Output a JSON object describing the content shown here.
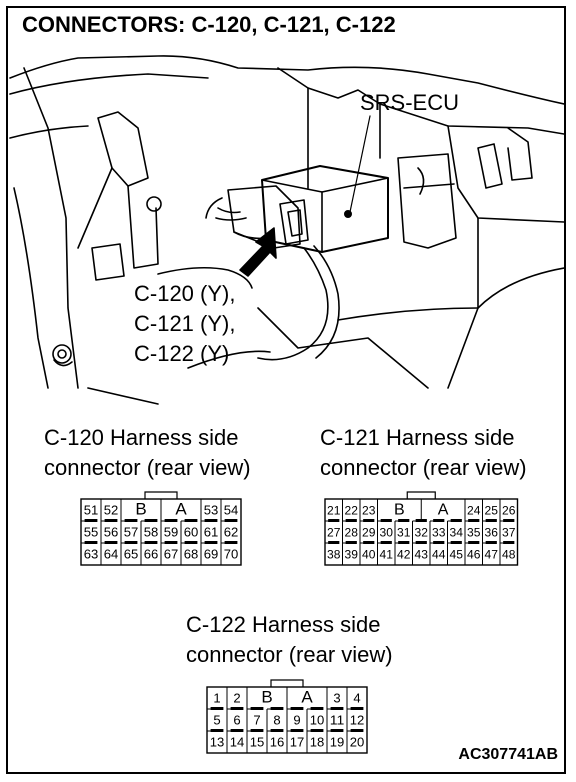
{
  "title": "CONNECTORS: C-120, C-121, C-122",
  "ecu_label": "SRS-ECU",
  "callout_lines": [
    "C-120 (Y),",
    "C-121 (Y),",
    "C-122 (Y)"
  ],
  "connectors": [
    {
      "id": "c120",
      "caption_line1": "C-120 Harness side",
      "caption_line2": "connector (rear view)",
      "rows": [
        [
          "51",
          "52",
          "B",
          "A",
          "53",
          "54"
        ],
        [
          "55",
          "56",
          "57",
          "58",
          "59",
          "60",
          "61",
          "62"
        ],
        [
          "63",
          "64",
          "65",
          "66",
          "67",
          "68",
          "69",
          "70"
        ]
      ]
    },
    {
      "id": "c121",
      "caption_line1": "C-121 Harness side",
      "caption_line2": "connector (rear view)",
      "rows": [
        [
          "21",
          "22",
          "23",
          "B",
          "A",
          "24",
          "25",
          "26"
        ],
        [
          "27",
          "28",
          "29",
          "30",
          "31",
          "32",
          "33",
          "34",
          "35",
          "36",
          "37"
        ],
        [
          "38",
          "39",
          "40",
          "41",
          "42",
          "43",
          "44",
          "45",
          "46",
          "47",
          "48"
        ]
      ]
    },
    {
      "id": "c122",
      "caption_line1": "C-122 Harness side",
      "caption_line2": "connector (rear view)",
      "rows": [
        [
          "1",
          "2",
          "B",
          "A",
          "3",
          "4"
        ],
        [
          "5",
          "6",
          "7",
          "8",
          "9",
          "10",
          "11",
          "12"
        ],
        [
          "13",
          "14",
          "15",
          "16",
          "17",
          "18",
          "19",
          "20"
        ]
      ]
    }
  ],
  "figure_code": "AC307741AB"
}
